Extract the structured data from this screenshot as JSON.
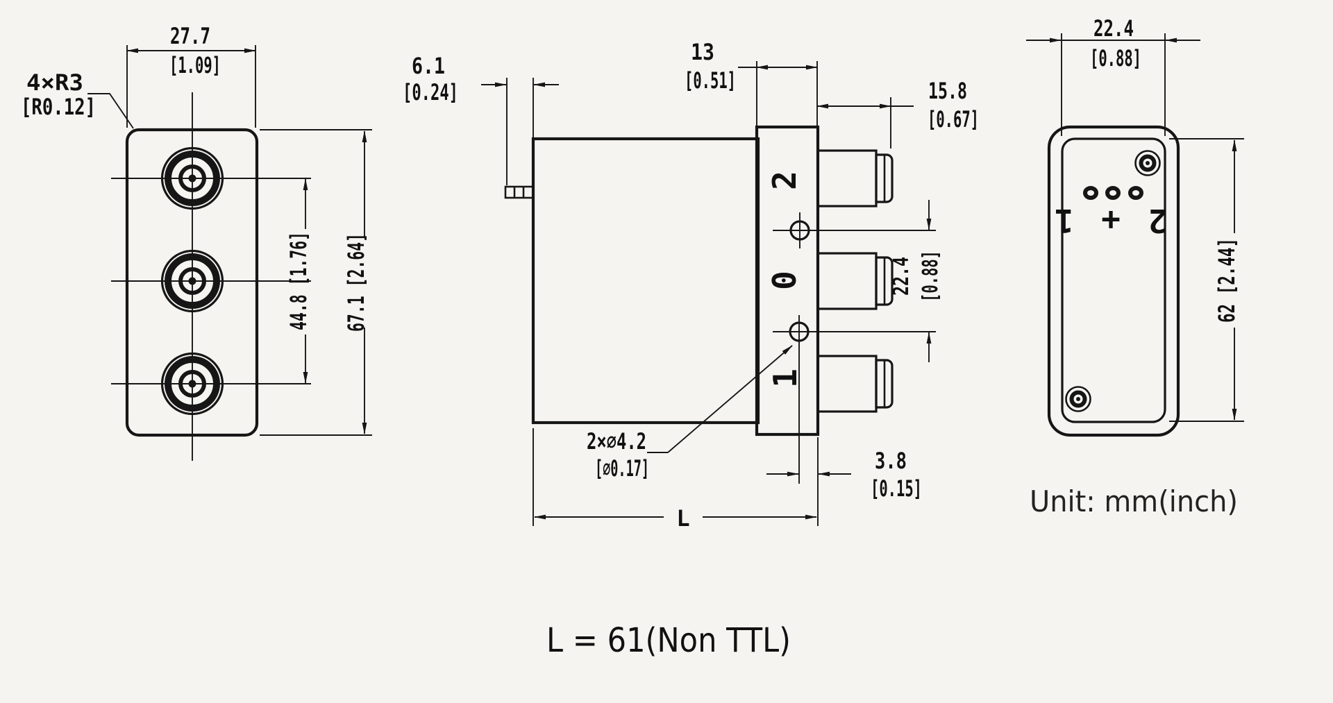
{
  "drawing": {
    "front": {
      "width_mm": "27.7",
      "width_in": "[1.09]",
      "radius_line1": "4×R3",
      "radius_line2": "[R0.12]",
      "conn_spacing": "44.8 [1.76]",
      "height": "67.1 [2.64]"
    },
    "side": {
      "pin_mm": "6.1",
      "pin_in": "[0.24]",
      "plate_mm": "13",
      "plate_in": "[0.51]",
      "conn_mm": "15.8",
      "conn_in": "[0.67]",
      "pitch_mm": "22.4",
      "pitch_in": "[0.88]",
      "holes_mm": "2×∅4.2",
      "holes_in": "[∅0.17]",
      "offset_mm": "3.8",
      "offset_in": "[0.15]",
      "length_label": "L",
      "channel_top": "2",
      "channel_mid": "0",
      "channel_bot": "1"
    },
    "back": {
      "width_mm": "22.4",
      "width_in": "[0.88]",
      "height": "62 [2.44]",
      "pin_labels": "2 + 1"
    },
    "unit_note": "Unit:  mm(inch)",
    "length_note": "L = 61(Non TTL)"
  }
}
